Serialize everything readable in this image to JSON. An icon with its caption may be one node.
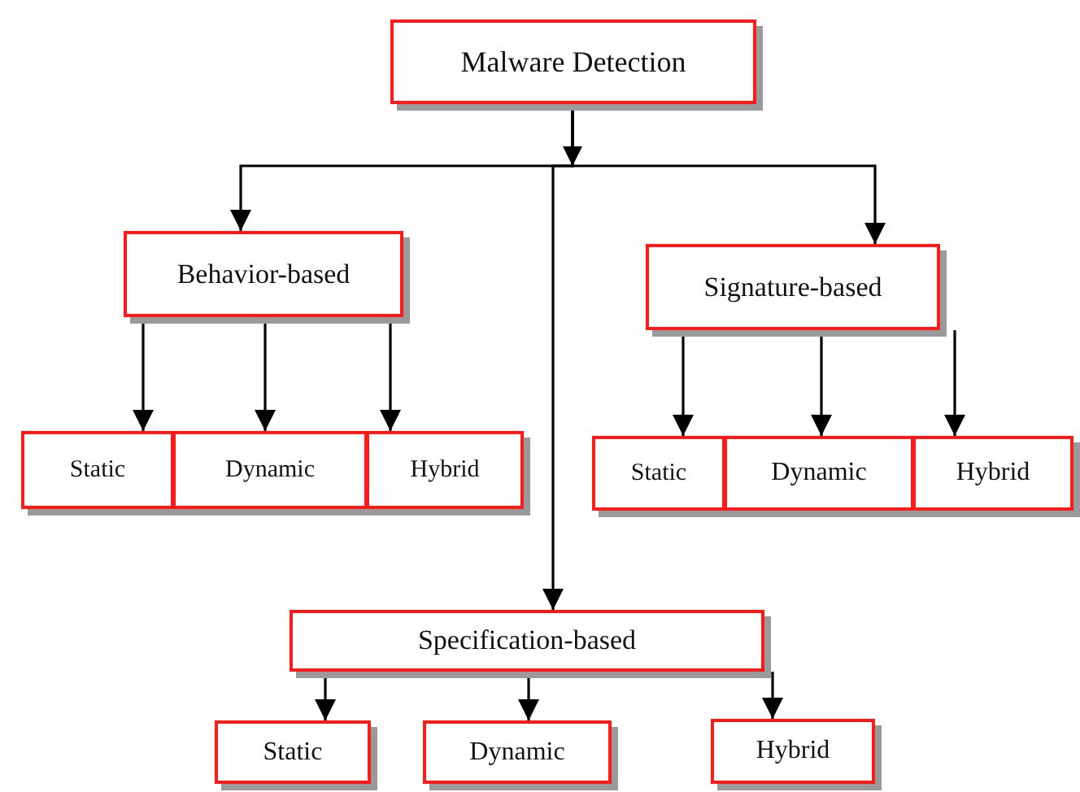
{
  "diagram": {
    "nodes": [
      {
        "text": [
          "Malware Detection"
        ]
      },
      {
        "text": [
          "Behavior-based"
        ]
      },
      {
        "text": [
          "Static"
        ]
      },
      {
        "text": [
          "Dynamic"
        ]
      },
      {
        "text": [
          "Hybrid"
        ]
      },
      {
        "text": [
          "Signature-based"
        ]
      },
      {
        "text": [
          "Static"
        ]
      },
      {
        "text": [
          "Dynamic"
        ]
      },
      {
        "text": [
          "Hybrid"
        ]
      },
      {
        "text": [
          "Specification-based"
        ]
      },
      {
        "text": [
          "Static"
        ]
      },
      {
        "text": [
          "Dynamic"
        ]
      },
      {
        "text": [
          "Hybrid"
        ]
      }
    ],
    "edges": [
      {
        "from": 0,
        "to": 1,
        "arrow": "to"
      },
      {
        "from": 0,
        "to": 5,
        "arrow": "to"
      },
      {
        "from": 0,
        "to": 9,
        "arrow": "to"
      },
      {
        "from": 1,
        "to": 2,
        "arrow": "to"
      },
      {
        "from": 1,
        "to": 3,
        "arrow": "to"
      },
      {
        "from": 1,
        "to": 4,
        "arrow": "to"
      },
      {
        "from": 5,
        "to": 6,
        "arrow": "to"
      },
      {
        "from": 5,
        "to": 7,
        "arrow": "to"
      },
      {
        "from": 5,
        "to": 8,
        "arrow": "to"
      },
      {
        "from": 9,
        "to": 10,
        "arrow": "to"
      },
      {
        "from": 9,
        "to": 11,
        "arrow": "to"
      },
      {
        "from": 9,
        "to": 12,
        "arrow": "to"
      }
    ]
  }
}
